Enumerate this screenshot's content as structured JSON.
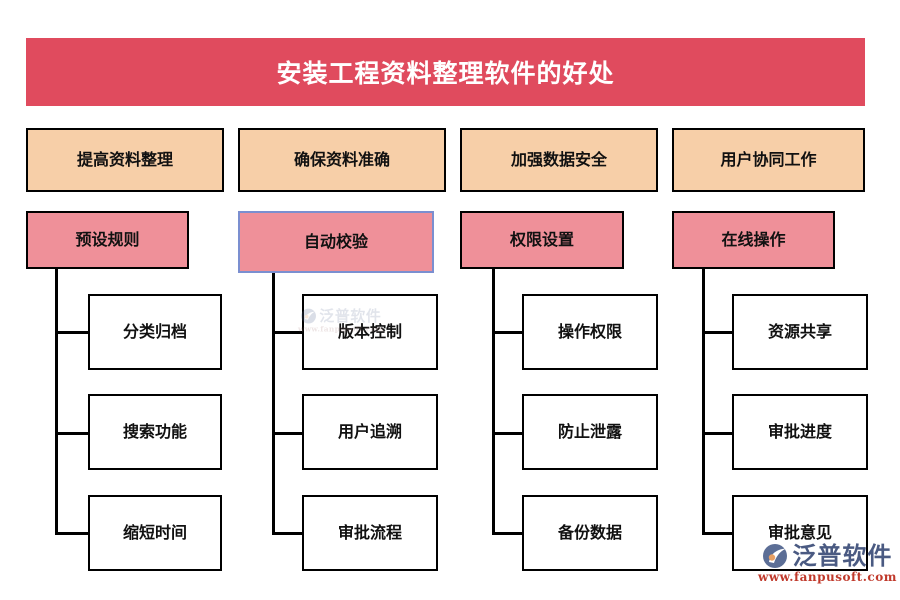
{
  "banner": {
    "title": "安装工程资料整理软件的好处",
    "background_color": "#e04b5e",
    "text_color": "#ffffff"
  },
  "colors": {
    "banner_red": "#e04b5e",
    "level1_peach": "#f7cfa8",
    "level2_pink": "#ef9099",
    "leaf_white": "#ffffff",
    "border_black": "#000000",
    "selected_border_blue": "#7b8fd0",
    "logo_blue": "#4a5a82",
    "logo_url_red": "#c0392b"
  },
  "columns": [
    {
      "level1": "提高资料整理",
      "level2": "预设规则",
      "level2_selected": false,
      "leaves": [
        "分类归档",
        "搜索功能",
        "缩短时间"
      ]
    },
    {
      "level1": "确保资料准确",
      "level2": "自动校验",
      "level2_selected": true,
      "leaves": [
        "版本控制",
        "用户追溯",
        "审批流程"
      ]
    },
    {
      "level1": "加强数据安全",
      "level2": "权限设置",
      "level2_selected": false,
      "leaves": [
        "操作权限",
        "防止泄露",
        "备份数据"
      ]
    },
    {
      "level1": "用户协同工作",
      "level2": "在线操作",
      "level2_selected": false,
      "leaves": [
        "资源共享",
        "审批进度",
        "审批意见"
      ]
    }
  ],
  "logo": {
    "name": "泛普软件",
    "url": "www.fanpusoft.com"
  }
}
